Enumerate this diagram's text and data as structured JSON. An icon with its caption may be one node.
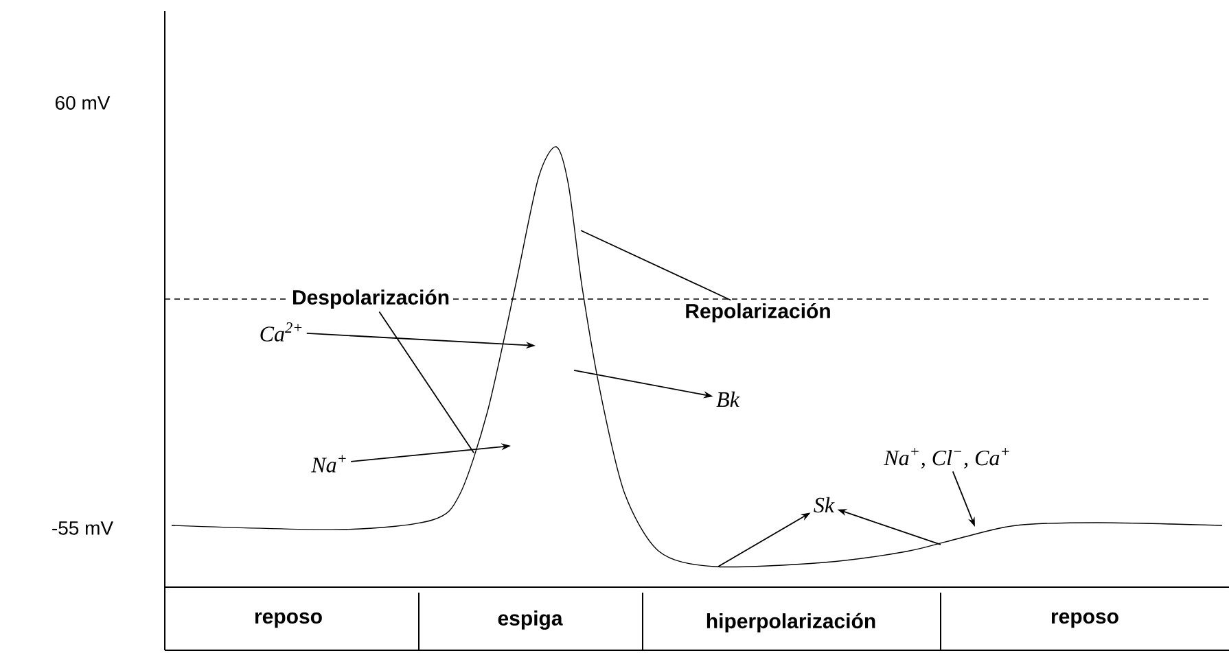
{
  "diagram": {
    "nodes": [
      {
        "text": [
          "Ca$^{2+}$"
        ]
      },
      {
        "text": [
          "Na$^{+}$"
        ]
      },
      {
        "text": [
          "Bk"
        ]
      },
      {
        "text": [
          "Sk"
        ]
      },
      {
        "text": [
          "Na$^{+}$, Cl$^{−}$, Ca$^{+}$"
        ]
      },
      {
        "text": [
          "Despolarización"
        ]
      },
      {
        "text": [
          "Repolarización"
        ]
      }
    ],
    "edges": [
      {
        "from": 0,
        "to": null,
        "arrow": "to"
      },
      {
        "from": 1,
        "to": null,
        "arrow": "to"
      },
      {
        "from": null,
        "to": 2,
        "arrow": "to"
      },
      {
        "from": null,
        "to": 3,
        "arrow": "to"
      },
      {
        "from": null,
        "to": 3,
        "arrow": "to"
      },
      {
        "from": 4,
        "to": null,
        "arrow": "to"
      },
      {
        "from": 5,
        "to": null,
        "arrow": "none"
      },
      {
        "from": 6,
        "to": null,
        "arrow": "none"
      }
    ],
    "labels": [
      "60 mV",
      "-55 mV",
      "reposo",
      "espiga",
      "hiperpolarización",
      "reposo"
    ]
  }
}
